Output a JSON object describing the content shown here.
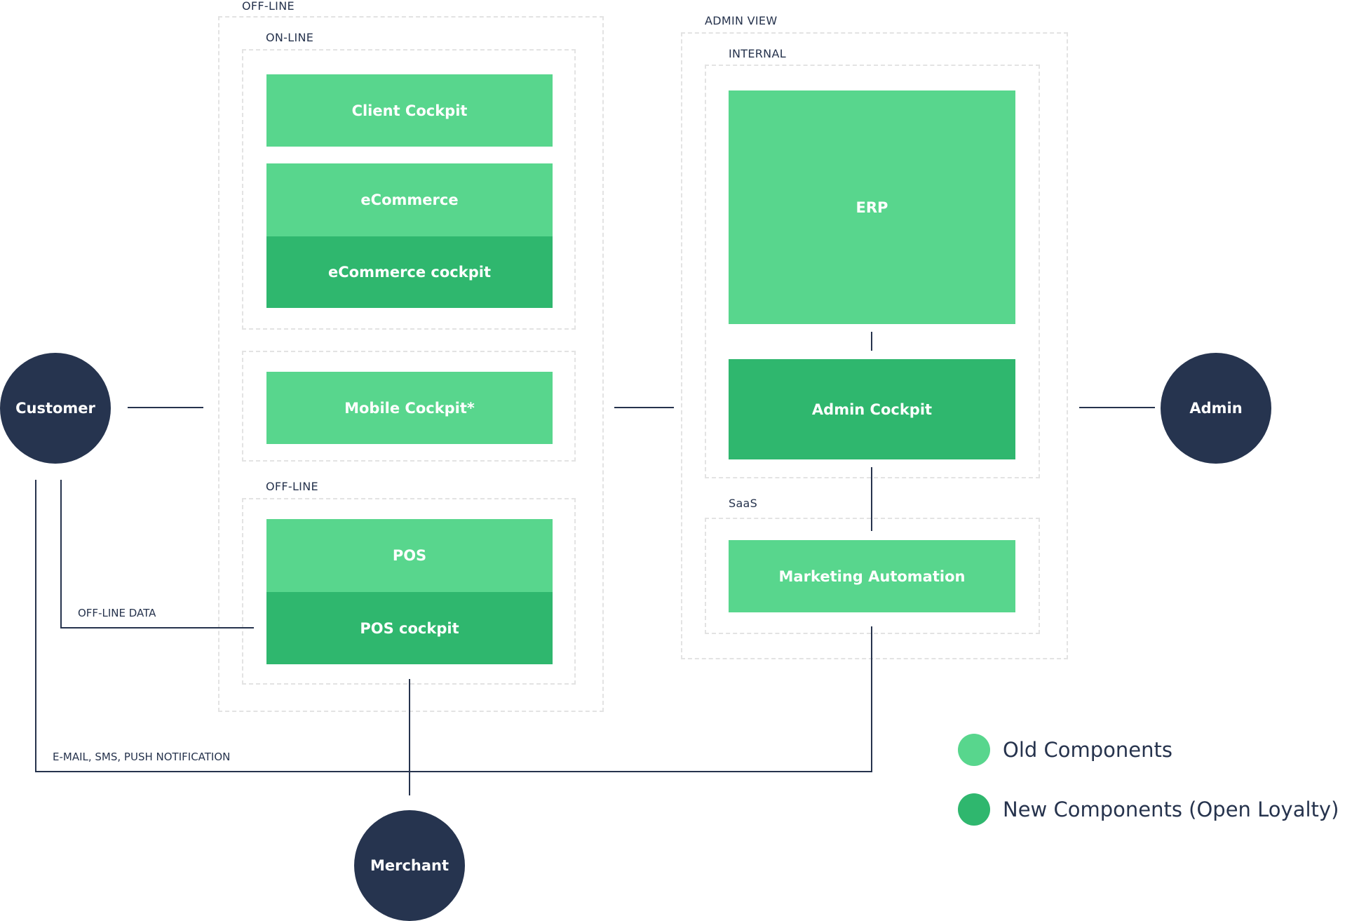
{
  "groups": {
    "offline_outer": "OFF-LINE",
    "online": "ON-LINE",
    "offline_inner": "OFF-LINE",
    "admin_view": "ADMIN VIEW",
    "internal": "INTERNAL",
    "saas": "SaaS"
  },
  "components": {
    "client_cockpit": "Client Cockpit",
    "ecommerce": "eCommerce",
    "ecommerce_cockpit": "eCommerce cockpit",
    "mobile_cockpit": "Mobile Cockpit*",
    "pos": "POS",
    "pos_cockpit": "POS cockpit",
    "erp": "ERP",
    "admin_cockpit": "Admin Cockpit",
    "marketing_automation": "Marketing Automation"
  },
  "actors": {
    "customer": "Customer",
    "admin": "Admin",
    "merchant": "Merchant"
  },
  "edge_labels": {
    "offline_data": "OFF-LINE DATA",
    "notifications": "E-MAIL, SMS, PUSH NOTIFICATION"
  },
  "legend": {
    "old": "Old Components",
    "new": "New Components (Open Loyalty)"
  },
  "colors": {
    "old_component": "#58d68d",
    "new_component": "#2fb76e",
    "actor": "#26344f",
    "line": "#26334d"
  }
}
